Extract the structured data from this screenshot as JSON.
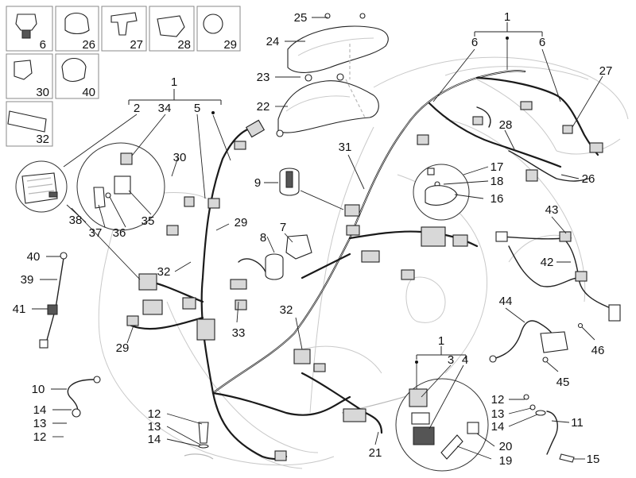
{
  "callouts": {
    "c1_main": "1",
    "c6_a": "6",
    "c6_b": "6",
    "c27_r": "27",
    "c28_r": "28",
    "c17": "17",
    "c18": "18",
    "c16": "16",
    "c26_r": "26",
    "c25": "25",
    "c24": "24",
    "c23": "23",
    "c22": "22",
    "c31": "31",
    "c9": "9",
    "c8": "8",
    "c7": "7",
    "c29_m": "29",
    "c32_m": "32",
    "c33": "33",
    "c32_c": "32",
    "c29_l": "29",
    "c30_m": "30",
    "c35": "35",
    "c36": "36",
    "c37": "37",
    "c38": "38",
    "c1_left": "1",
    "c2": "2",
    "c34": "34",
    "c5": "5",
    "c40": "40",
    "c39": "39",
    "c41": "41",
    "c10": "10",
    "c14_l": "14",
    "c13_l": "13",
    "c12_l": "12",
    "c12_b": "12",
    "c13_b": "13",
    "c14_b": "14",
    "c21": "21",
    "c1_bot": "1",
    "c3": "3",
    "c4": "4",
    "c20": "20",
    "c19": "19",
    "c12_r": "12",
    "c13_r": "13",
    "c14_r": "14",
    "c11": "11",
    "c15": "15",
    "c43": "43",
    "c42": "42",
    "c44": "44",
    "c46": "46",
    "c45": "45"
  },
  "thumbnails": [
    {
      "id": "6"
    },
    {
      "id": "26"
    },
    {
      "id": "27"
    },
    {
      "id": "28"
    },
    {
      "id": "29"
    },
    {
      "id": "30"
    },
    {
      "id": "40"
    },
    {
      "id": "32"
    }
  ]
}
